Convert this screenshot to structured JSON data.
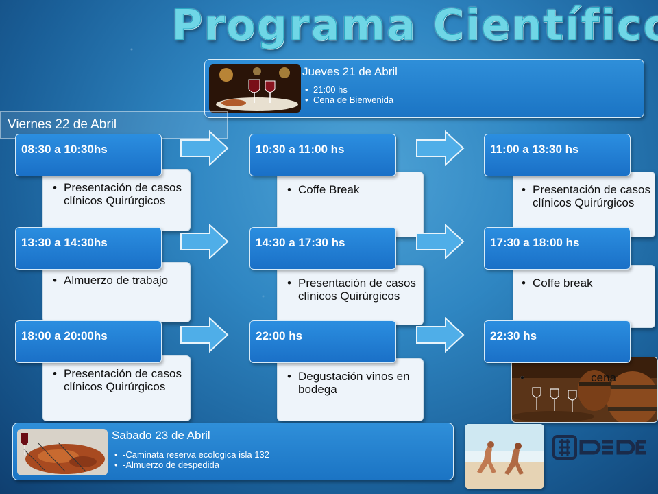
{
  "title": "Programa Científico",
  "thursday": {
    "title": "Jueves 21 de Abril",
    "items": [
      "21:00 hs",
      "Cena de Bienvenida"
    ]
  },
  "friday_label": "Viernes 22 de Abril",
  "sessions": [
    {
      "time": "08:30 a 10:30hs",
      "items": [
        "Presentación de casos clínicos Quirúrgicos"
      ]
    },
    {
      "time": "10:30 a 11:00 hs",
      "items": [
        "Coffe Break"
      ]
    },
    {
      "time": "11:00 a 13:30 hs",
      "items": [
        "Presentación de casos clínicos Quirúrgicos"
      ]
    },
    {
      "time": "13:30 a 14:30hs",
      "items": [
        "Almuerzo de trabajo"
      ]
    },
    {
      "time": "14:30 a 17:30 hs",
      "items": [
        "Presentación de casos clínicos Quirúrgicos"
      ]
    },
    {
      "time": "17:30 a 18:00 hs",
      "items": [
        "Coffe break"
      ]
    },
    {
      "time": "18:00 a 20:00hs",
      "items": [
        "Presentación de casos clínicos Quirúrgicos"
      ]
    },
    {
      "time": "22:00 hs",
      "items": [
        "Degustación vinos en bodega"
      ]
    },
    {
      "time": "22:30 hs",
      "items": [
        "",
        "cena"
      ]
    }
  ],
  "saturday": {
    "title": "Sabado 23 de Abril",
    "items": [
      "-Caminata reserva ecologica isla 132",
      "-Almuerzo de despedida"
    ]
  },
  "colors": {
    "title": "#6fd6e6",
    "time_box": "#1f7fd0",
    "detail_box": "#eef4fa"
  },
  "logo": "OSDE"
}
